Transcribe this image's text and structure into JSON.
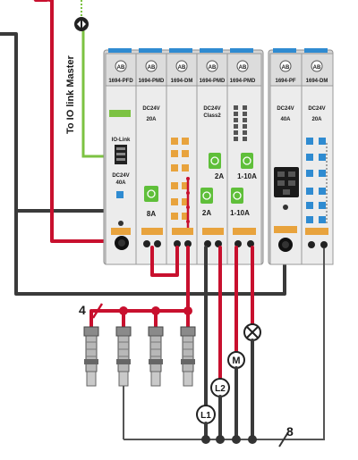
{
  "left_label": "To IO link Master",
  "modules": [
    {
      "part": "1694-PFD",
      "title": "IO-Link",
      "rating": "DC24V",
      "current": "40A"
    },
    {
      "part": "1694-PMD",
      "title": "",
      "rating": "DC24V",
      "current": "20A",
      "button_label": "8A"
    },
    {
      "part": "1694-DM",
      "title": "",
      "rating": "",
      "current": ""
    },
    {
      "part": "1694-PMD",
      "title": "",
      "rating": "DC24V",
      "current": "Class2",
      "button_label_top": "2A",
      "button_label_bottom": "2A"
    },
    {
      "part": "1694-PMD",
      "title": "",
      "rating": "",
      "current": "",
      "button_label_top": "1-10A",
      "button_label_bottom": "1-10A"
    },
    {
      "part": "1694-PF",
      "title": "",
      "rating": "DC24V",
      "current": "40A"
    },
    {
      "part": "1694-DM",
      "title": "",
      "rating": "DC24V",
      "current": "20A"
    }
  ],
  "loads": {
    "L1": "L1",
    "L2": "L2",
    "M": "M"
  },
  "wire_counts": {
    "sensor_bus": "4",
    "return_bus": "8"
  },
  "sensor_count": 4,
  "colors": {
    "red_wire": "#c8102e",
    "black_wire": "#3a3a3a",
    "green_wire": "#7cc242",
    "module_blue": "#2f8bd1",
    "button_green": "#5fbf3a",
    "terminal_orange": "#e8a33d"
  }
}
